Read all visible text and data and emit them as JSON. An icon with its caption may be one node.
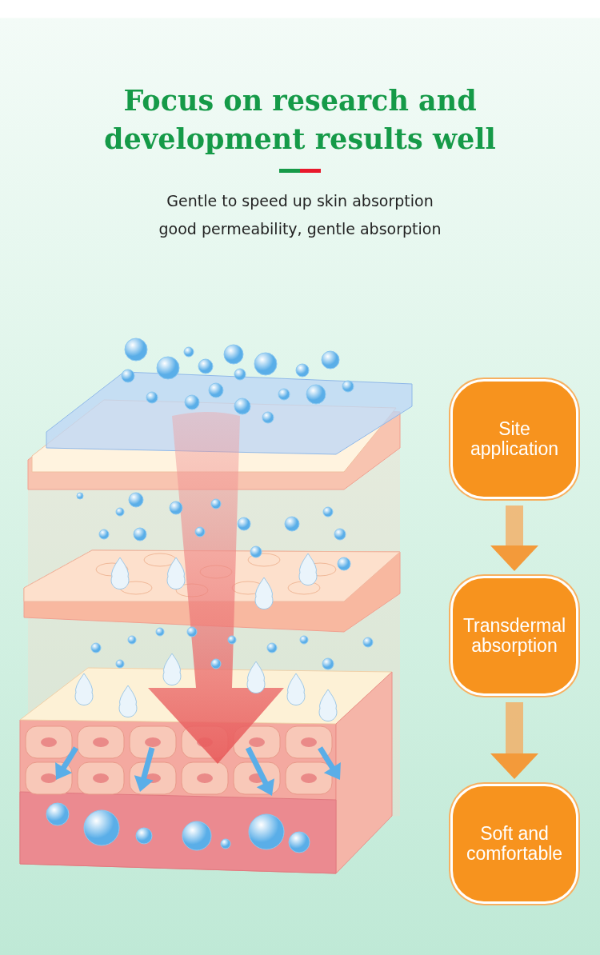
{
  "diagram": {
    "title": "Focus on research and development results well",
    "nodes": [
      {
        "text": [
          "Site application"
        ]
      },
      {
        "text": [
          "Transdermal absorption"
        ]
      },
      {
        "text": [
          "Soft and comfortable"
        ]
      }
    ],
    "edges": [
      {
        "from": 0,
        "to": 1,
        "arrow": "to"
      },
      {
        "from": 1,
        "to": 2,
        "arrow": "to"
      }
    ],
    "labels": [
      "Gentle to speed up skin absorption",
      "good permeability, gentle absorption"
    ]
  }
}
